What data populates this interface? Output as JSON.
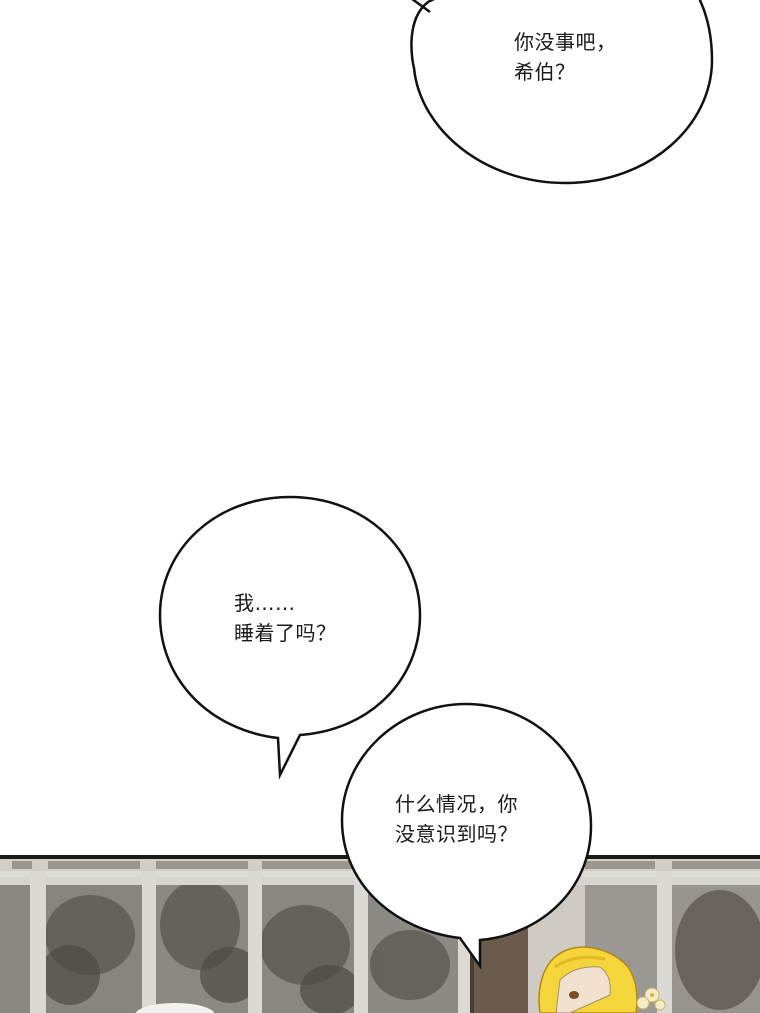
{
  "bubbles": [
    {
      "lines": [
        "你没事吧，",
        "希伯？"
      ]
    },
    {
      "lines": [
        "我……",
        "睡着了吗？"
      ]
    },
    {
      "lines": [
        "什么情况，你",
        "没意识到吗？"
      ]
    }
  ],
  "colors": {
    "background": "#ffffff",
    "bubble_stroke": "#111111",
    "panel_border": "#1a1a1a",
    "window_frame": "#d9d6d2",
    "window_glass": "#8e8b86",
    "tree_dark": "#5d5a53",
    "wood_panel": "#6a5a4c",
    "hair_yellow": "#f3d43a"
  }
}
